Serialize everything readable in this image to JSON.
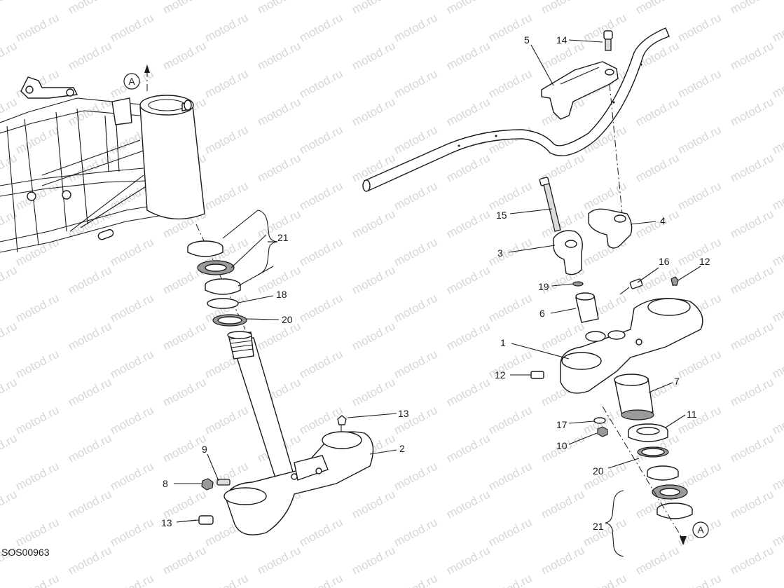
{
  "watermark": "motod.ru",
  "drawing_code": "SOS00963",
  "reference_letter": "A",
  "callouts": {
    "c1": "1",
    "c2": "2",
    "c3": "3",
    "c4": "4",
    "c5": "5",
    "c6": "6",
    "c7": "7",
    "c8": "8",
    "c9": "9",
    "c10": "10",
    "c11": "11",
    "c12a": "12",
    "c12b": "12",
    "c13a": "13",
    "c13b": "13",
    "c14": "14",
    "c15": "15",
    "c16": "16",
    "c17": "17",
    "c18": "18",
    "c19": "19",
    "c20a": "20",
    "c20b": "20",
    "c21a": "21",
    "c21b": "21"
  }
}
